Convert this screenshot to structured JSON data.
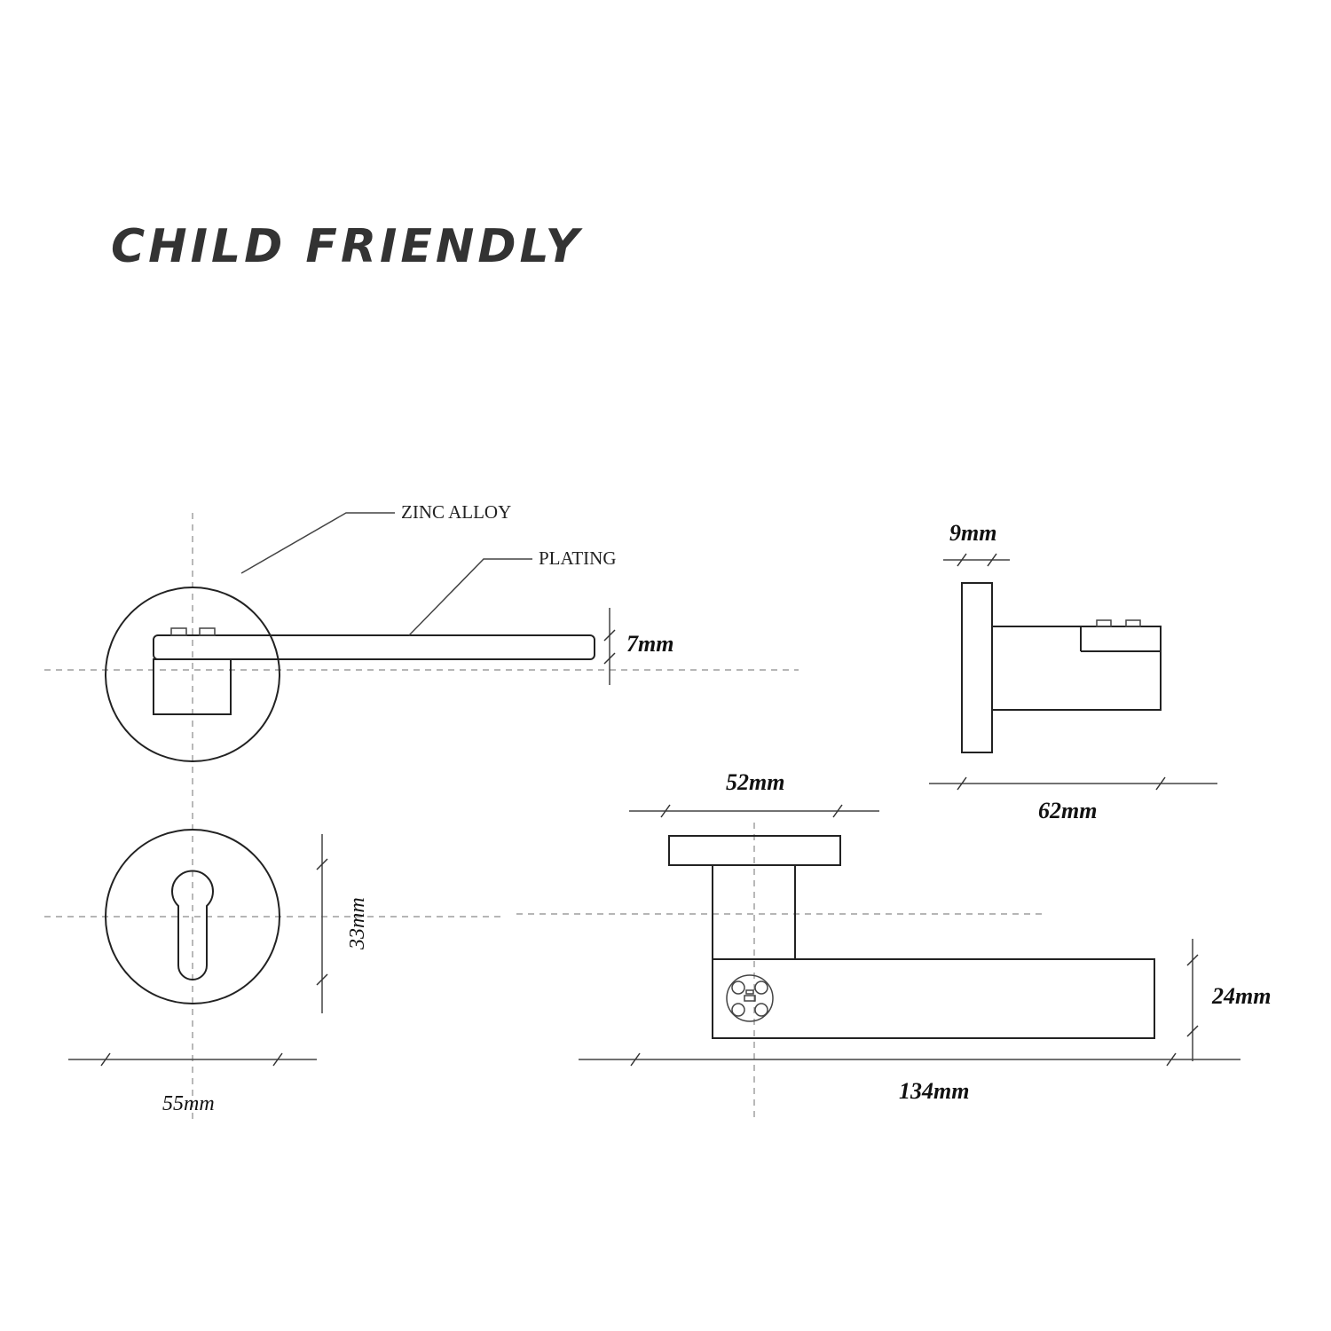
{
  "title": "CHILD FRIENDLY",
  "callouts": {
    "material": "ZINC ALLOY",
    "finish": "PLATING"
  },
  "dimensions": {
    "lever_thickness": "7mm",
    "rose_thickness": "9mm",
    "side_projection": "62mm",
    "rose_top_width": "52mm",
    "escutcheon_height": "33mm",
    "escutcheon_diameter": "55mm",
    "lever_height": "24mm",
    "lever_length": "134mm"
  },
  "colors": {
    "line": "#222222",
    "title": "#333333",
    "centerline": "#8a8a8a"
  }
}
